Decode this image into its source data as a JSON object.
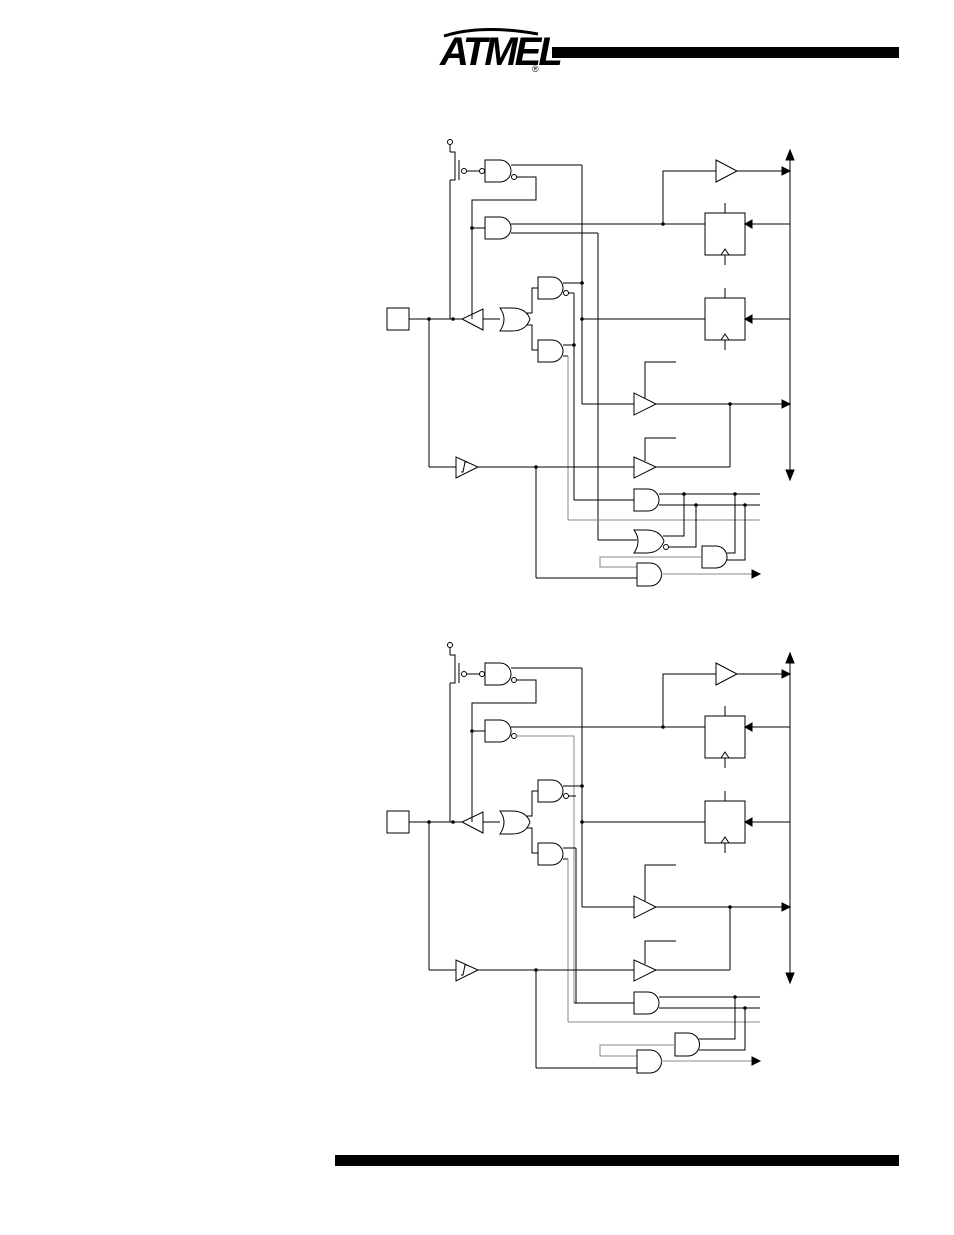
{
  "header": {
    "logo_text": "ATMEL",
    "logo_mark": "®"
  },
  "figures": [
    {
      "name": "port-pin-schematic-1"
    },
    {
      "name": "port-pin-schematic-2"
    }
  ]
}
